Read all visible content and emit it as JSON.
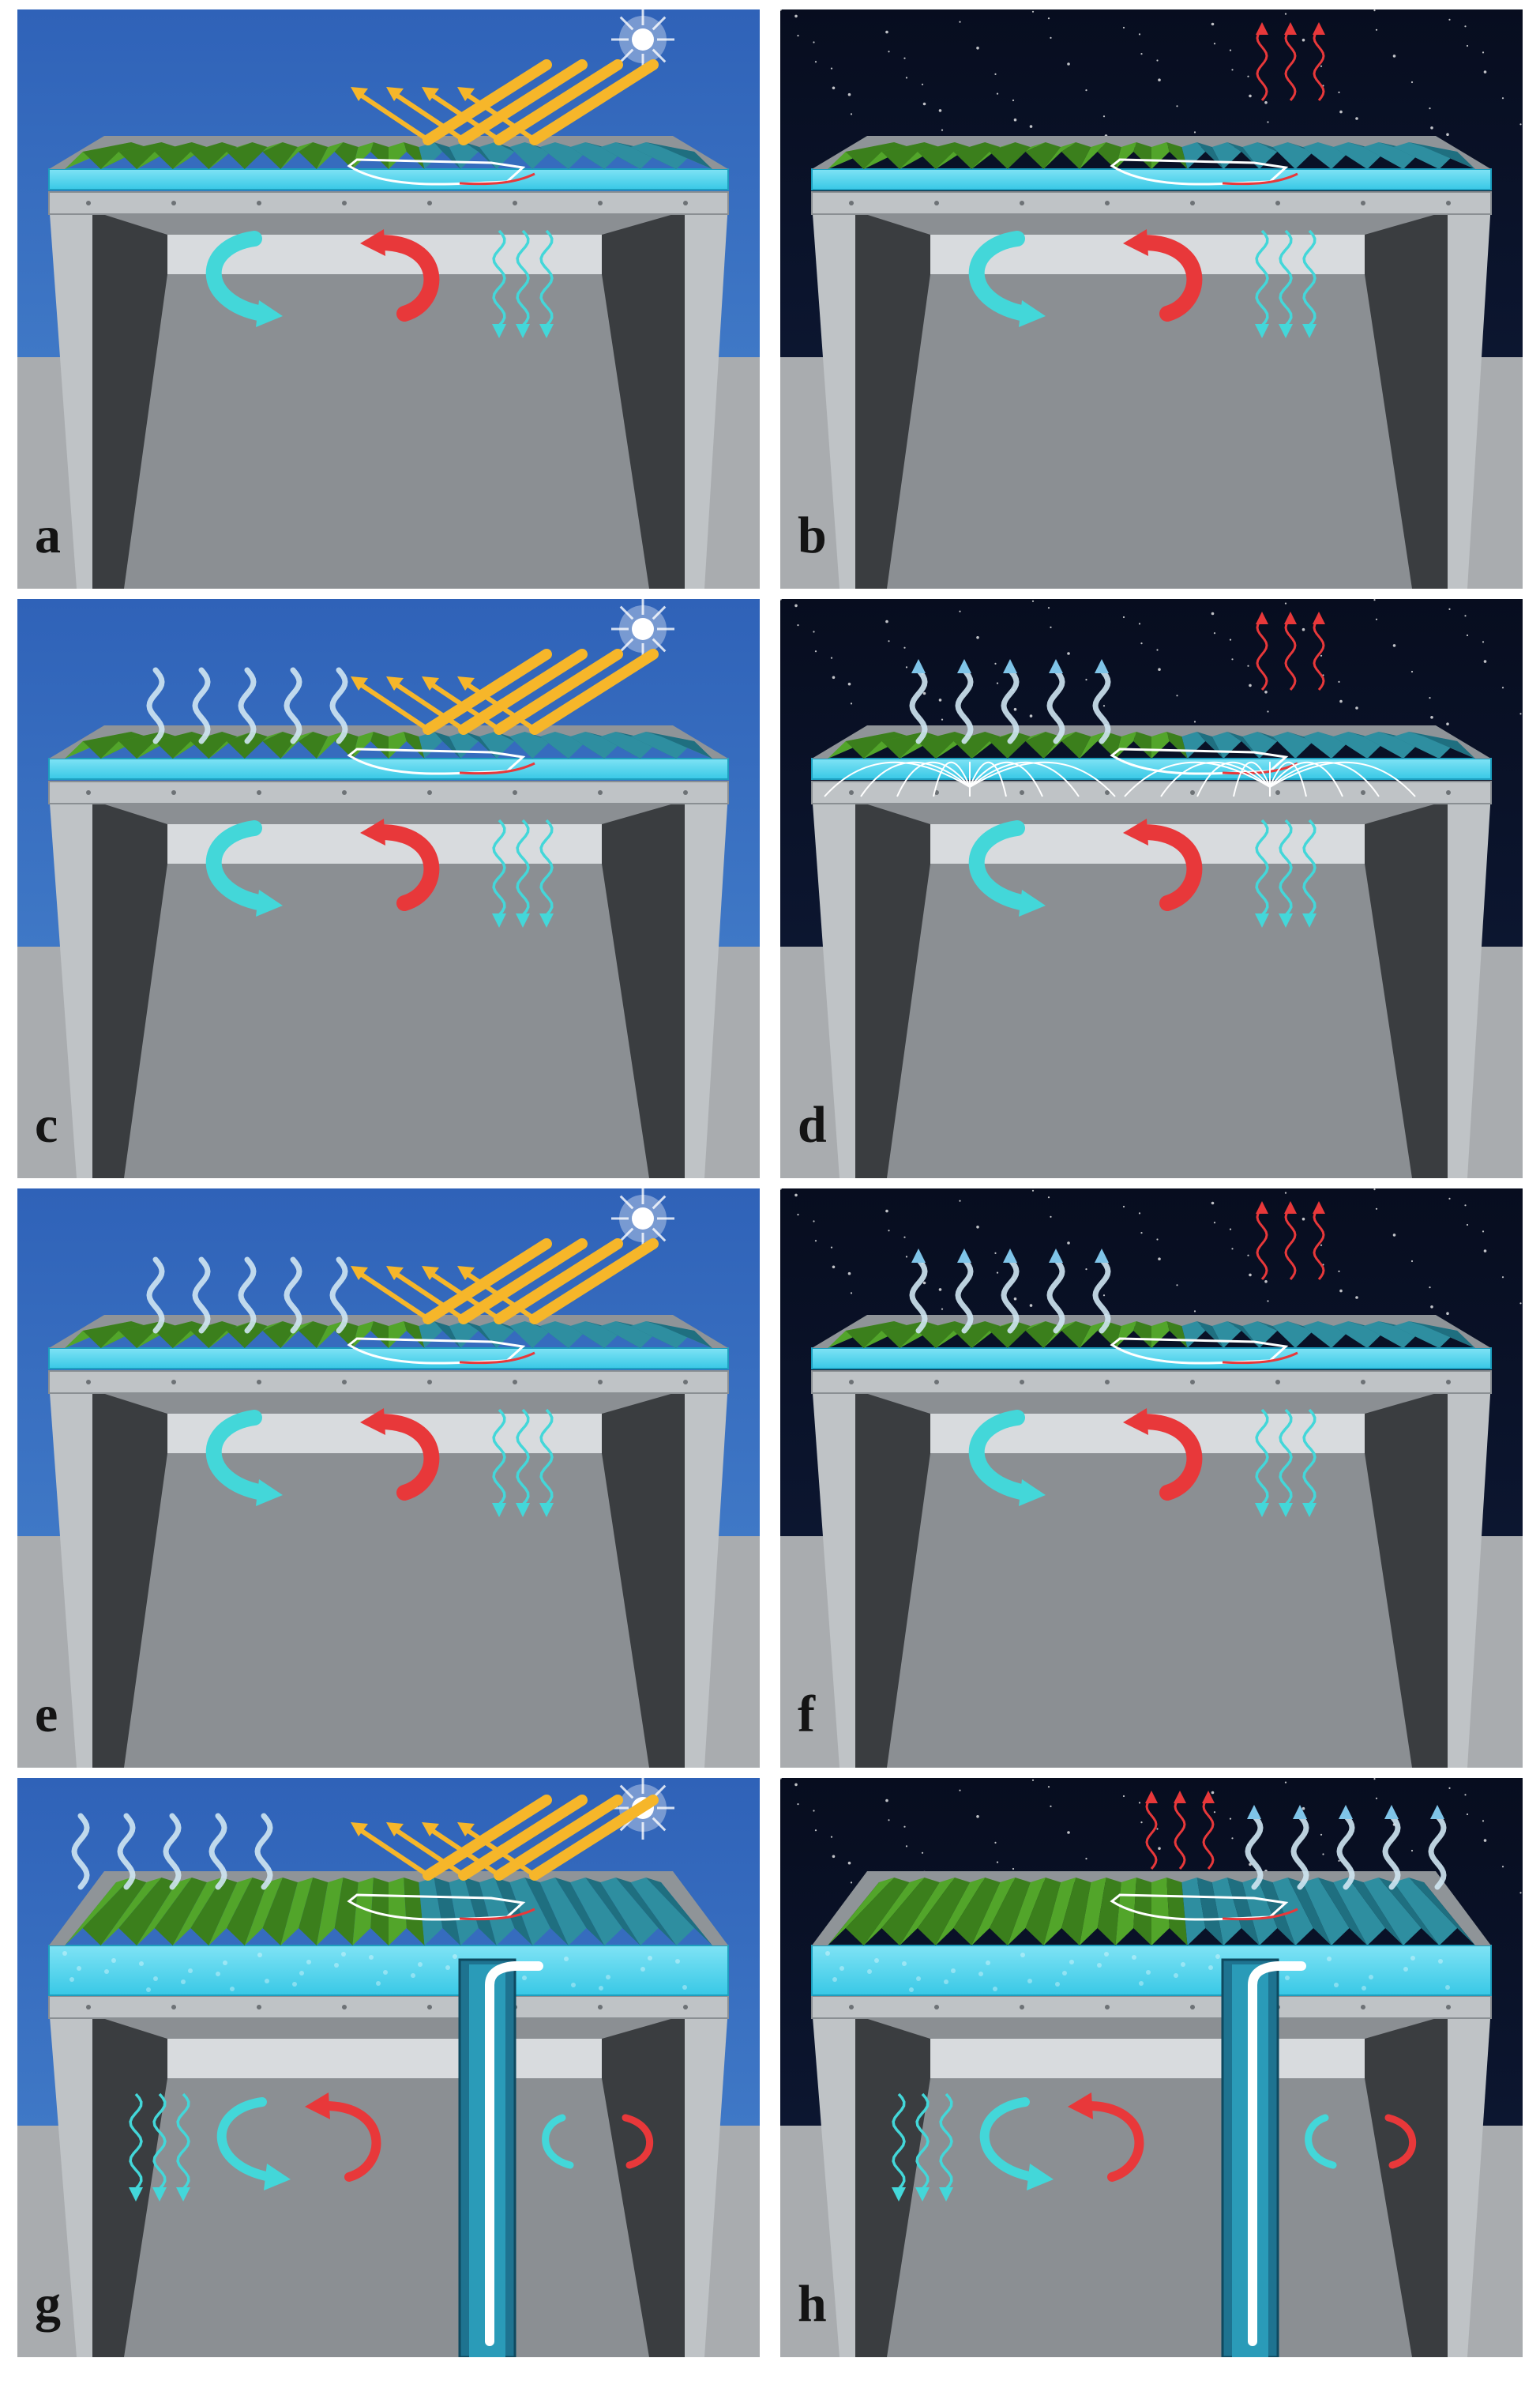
{
  "figure": {
    "panels": [
      {
        "label": "a",
        "scene": "day",
        "sky": "#3f78c6",
        "sun": true,
        "stars": false,
        "reflection": true,
        "evaporation": false,
        "emission": false,
        "spray": false,
        "water_tank": false,
        "drain_pipe": false
      },
      {
        "label": "b",
        "scene": "night",
        "sky": "#0c1630",
        "sun": false,
        "stars": true,
        "reflection": false,
        "evaporation": false,
        "emission": true,
        "spray": false,
        "water_tank": false,
        "drain_pipe": false
      },
      {
        "label": "c",
        "scene": "day",
        "sky": "#3f78c6",
        "sun": true,
        "stars": false,
        "reflection": true,
        "evaporation": true,
        "emission": false,
        "spray": false,
        "water_tank": false,
        "drain_pipe": false
      },
      {
        "label": "d",
        "scene": "night",
        "sky": "#0c1630",
        "sun": false,
        "stars": true,
        "reflection": false,
        "evaporation": true,
        "emission": true,
        "spray": true,
        "water_tank": false,
        "drain_pipe": false
      },
      {
        "label": "e",
        "scene": "day",
        "sky": "#3f78c6",
        "sun": true,
        "stars": false,
        "reflection": true,
        "evaporation": true,
        "emission": false,
        "spray": false,
        "water_tank": false,
        "drain_pipe": false
      },
      {
        "label": "f",
        "scene": "night",
        "sky": "#0c1630",
        "sun": false,
        "stars": true,
        "reflection": false,
        "evaporation": true,
        "emission": true,
        "spray": false,
        "water_tank": false,
        "drain_pipe": false
      },
      {
        "label": "g",
        "scene": "day",
        "sky": "#3f78c6",
        "sun": true,
        "stars": false,
        "reflection": true,
        "evaporation": true,
        "emission": false,
        "spray": false,
        "water_tank": true,
        "drain_pipe": true
      },
      {
        "label": "h",
        "scene": "night",
        "sky": "#0c1630",
        "sun": false,
        "stars": true,
        "reflection": false,
        "evaporation": true,
        "emission": true,
        "spray": false,
        "water_tank": true,
        "drain_pipe": true
      }
    ],
    "colors": {
      "roof_green": "#52a52a",
      "roof_green_dark": "#3b7f1c",
      "water": "#38c8e6",
      "beam": "#bfc3c6",
      "wall": "#3a3d40",
      "floor": "#8b8f93",
      "ground": "#a9acaf",
      "solar_ray": "#f6b62a",
      "heat_red": "#e8383a",
      "cool_cyan": "#43d7d9",
      "vapor": "#cfe6f2"
    }
  }
}
